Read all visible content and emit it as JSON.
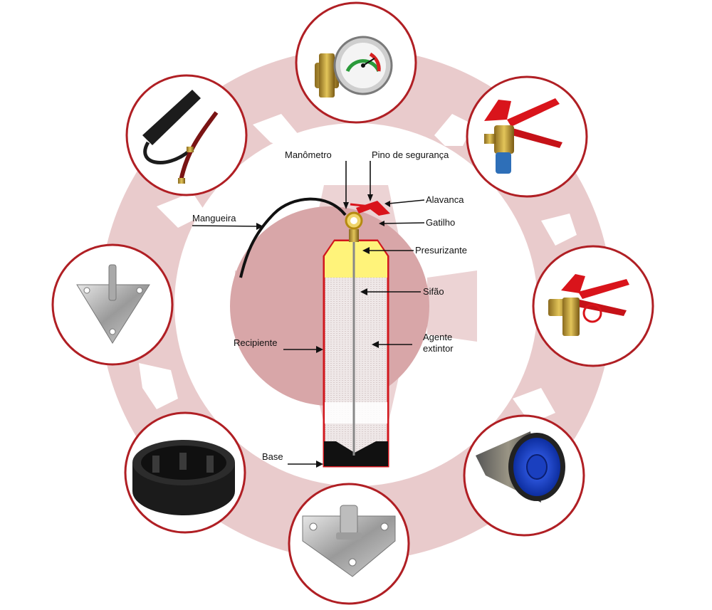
{
  "colors": {
    "ring": "#e7c6c7",
    "hub": "#d9a3a5",
    "circle_border": "#b01f24",
    "cylinder_border": "#d1171d",
    "pressurizer": "#fff37a",
    "base": "#111111",
    "lever": "#d9141b",
    "hose": "#111111"
  },
  "labels": {
    "manometro": "Manômetro",
    "pino": "Pino de segurança",
    "alavanca": "Alavanca",
    "gatilho": "Gatilho",
    "mangueira": "Mangueira",
    "presurizante": "Presurizante",
    "sifao": "Sifão",
    "recipiente": "Recipiente",
    "agente_1": "Agente",
    "agente_2": "extintor",
    "base": "Base"
  },
  "parts": [
    {
      "name": "pressure-gauge",
      "icon": "gauge-icon"
    },
    {
      "name": "valve-lever",
      "icon": "valve-icon"
    },
    {
      "name": "valve-pin",
      "icon": "valve-pin-icon"
    },
    {
      "name": "nozzle-diffuser",
      "icon": "nozzle-icon"
    },
    {
      "name": "wall-bracket",
      "icon": "bracket-icon"
    },
    {
      "name": "base-ring",
      "icon": "base-ring-icon"
    },
    {
      "name": "triangle-bracket",
      "icon": "triangle-bracket-icon"
    },
    {
      "name": "hose",
      "icon": "hose-icon"
    }
  ]
}
